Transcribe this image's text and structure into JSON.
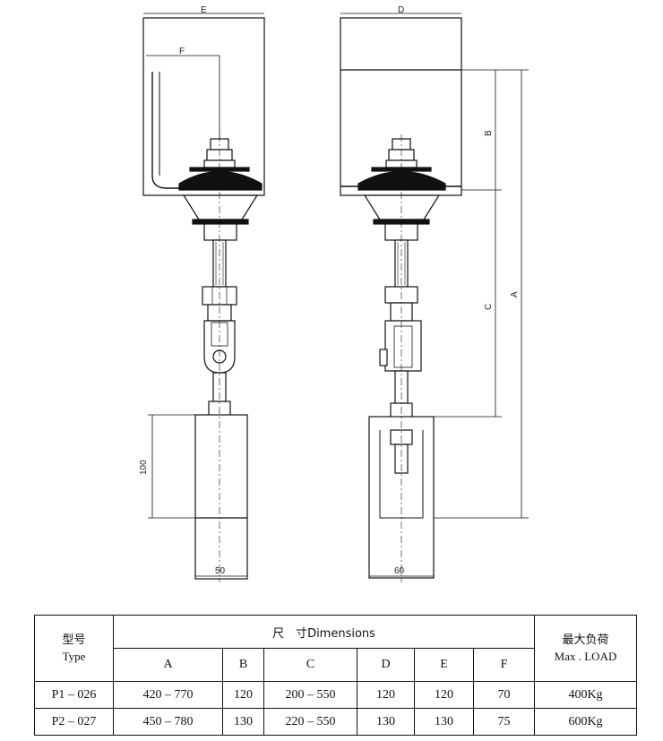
{
  "drawing": {
    "left_view": {
      "label_E": "E",
      "label_F": "F",
      "label_100": "100",
      "label_50": "50"
    },
    "right_view": {
      "label_D": "D",
      "label_B": "B",
      "label_C": "C",
      "label_A": "A",
      "label_60": "60"
    }
  },
  "table": {
    "type_header_cn": "型号",
    "type_header_en": "Type",
    "dims_header": "尺　寸Dimensions",
    "load_header_cn": "最大负荷",
    "load_header_en": "Max . LOAD",
    "columns": [
      "A",
      "B",
      "C",
      "D",
      "E",
      "F"
    ],
    "rows": [
      {
        "type": "P1 – 026",
        "A": "420 – 770",
        "B": "120",
        "C": "200 – 550",
        "D": "120",
        "E": "120",
        "F": "70",
        "load": "400Kg"
      },
      {
        "type": "P2 – 027",
        "A": "450 – 780",
        "B": "130",
        "C": "220 – 550",
        "D": "130",
        "E": "130",
        "F": "75",
        "load": "600Kg"
      }
    ]
  }
}
